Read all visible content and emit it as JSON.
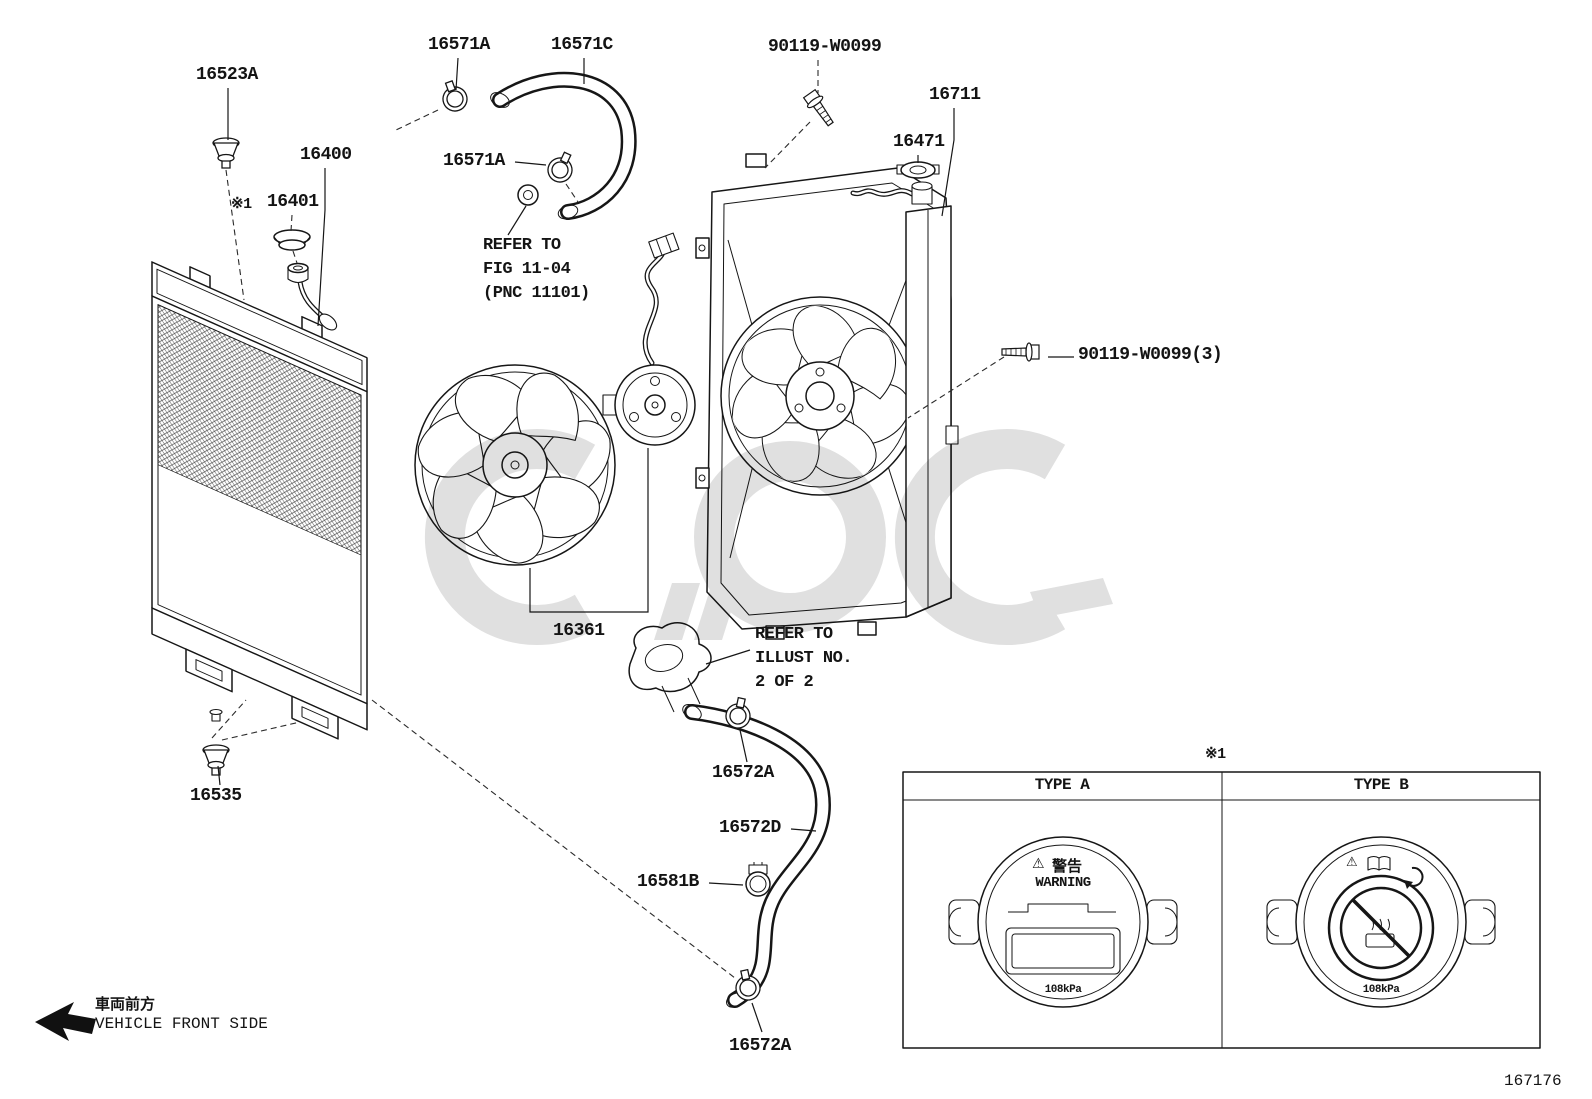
{
  "page": {
    "footer_number": "167176"
  },
  "labels": {
    "p16523A": "16523A",
    "p16571A_top": "16571A",
    "p16571C": "16571C",
    "p90119_top": "90119-W0099",
    "p16400": "16400",
    "p16711": "16711",
    "p16471": "16471",
    "ref1_inline": "※1",
    "p16401": "16401",
    "p16571A_mid": "16571A",
    "p90119_right": "90119-W0099(3)",
    "p16361": "16361",
    "p16535": "16535",
    "p16572A_top": "16572A",
    "p16572D": "16572D",
    "p16581B": "16581B",
    "p16572A_bot": "16572A"
  },
  "notes": {
    "refer_fig_1": "REFER TO",
    "refer_fig_2": "FIG 11-04",
    "refer_fig_3": "(PNC 11101)",
    "refer_illust_1": "REFER TO",
    "refer_illust_2": "ILLUST NO.",
    "refer_illust_3": "2 OF 2"
  },
  "front_indicator": {
    "jp": "車両前方",
    "en": "VEHICLE FRONT SIDE"
  },
  "cap_table": {
    "ref": "※1",
    "columns": [
      "TYPE A",
      "TYPE B"
    ],
    "type_a": {
      "warning_icon": "⚠",
      "warning_jp": "警告",
      "warning_en": "WARNING",
      "pressure": "108kPa"
    },
    "type_b": {
      "warning_icon": "⚠",
      "pressure": "108kPa"
    }
  }
}
